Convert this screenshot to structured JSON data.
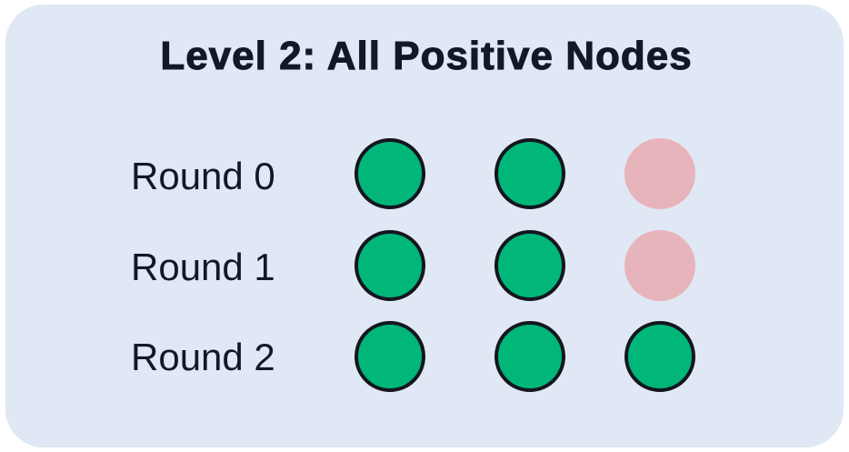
{
  "title": "Level 2: All Positive Nodes",
  "colors": {
    "panel_background": "#dfe8f4",
    "positive_node": "#00b779",
    "inactive_node": "#e8b4bb",
    "outline": "#14161f",
    "text": "#111827"
  },
  "rounds": [
    {
      "label": "Round 0",
      "nodes": [
        "positive",
        "positive",
        "inactive"
      ]
    },
    {
      "label": "Round 1",
      "nodes": [
        "positive",
        "positive",
        "inactive"
      ]
    },
    {
      "label": "Round 2",
      "nodes": [
        "positive",
        "positive",
        "positive"
      ]
    }
  ]
}
